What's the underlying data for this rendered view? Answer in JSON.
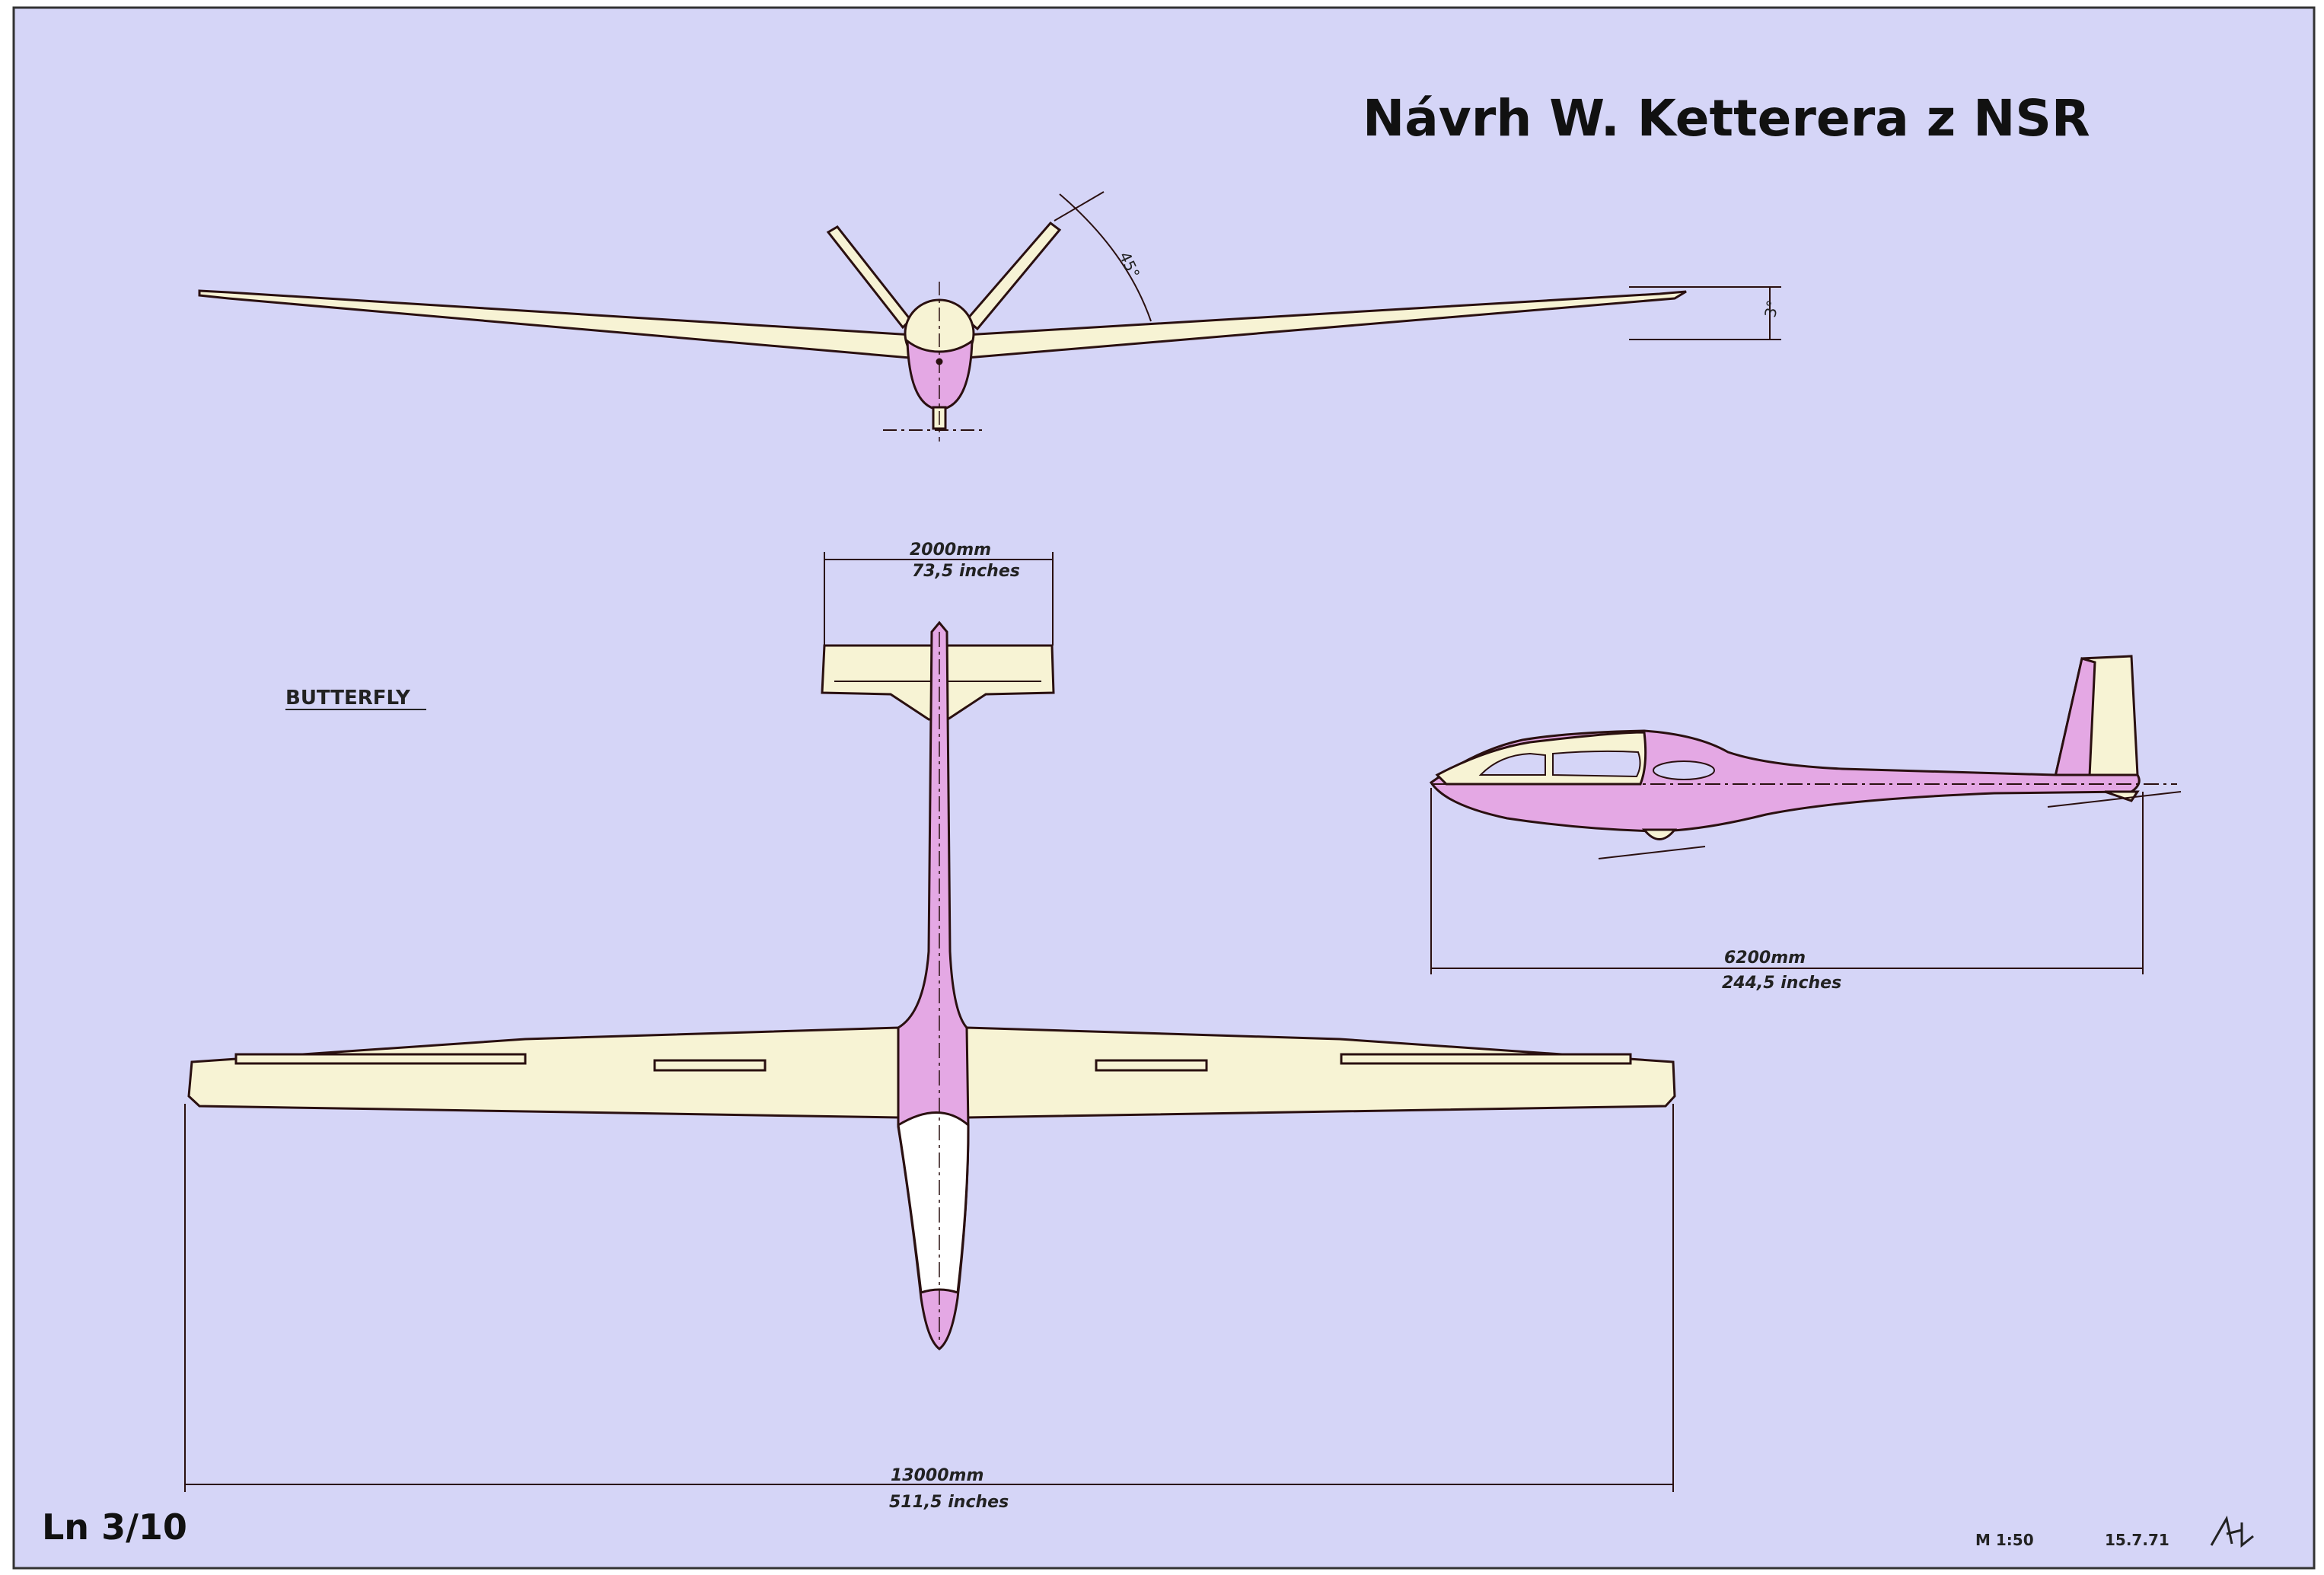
{
  "title": "Návrh W. Ketterera z NSR",
  "type_name": "BUTTERFLY",
  "dimensions": {
    "tail_span_mm": "2000mm",
    "tail_span_in": "73,5 inches",
    "wing_span_mm": "13000mm",
    "wing_span_in": "511,5 inches",
    "length_mm": "6200mm",
    "length_in": "244,5 inches"
  },
  "angles": {
    "v_tail": "45°",
    "dihedral": "3°"
  },
  "sheet_id": "Ln 3/10",
  "scale": "M 1:50",
  "date": "15.7.71",
  "colors": {
    "background": "#d5d5f7",
    "wing": "#f7f3d4",
    "fuselage": "#e4a8e4",
    "outline": "#2a1010"
  }
}
